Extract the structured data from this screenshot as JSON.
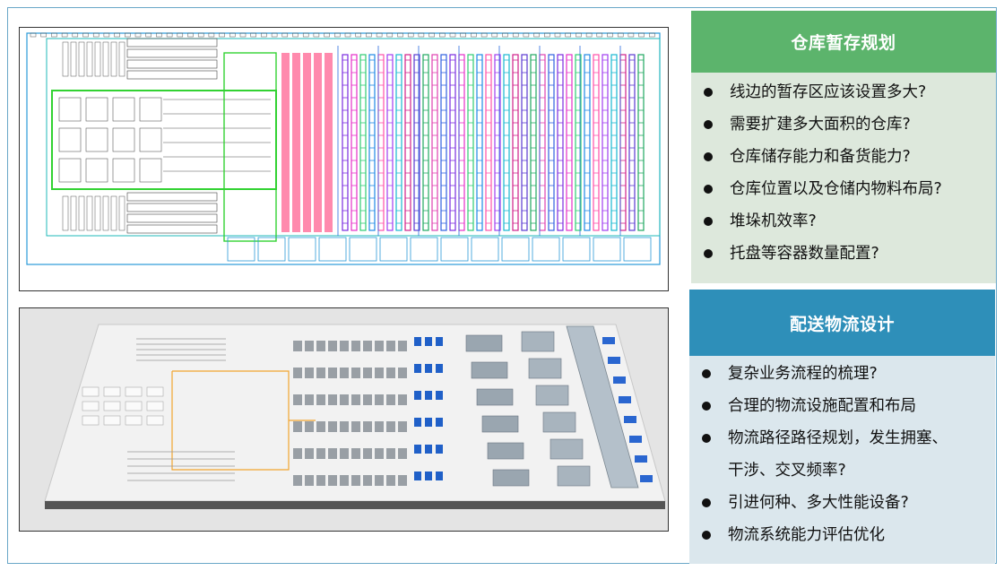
{
  "warehouse_card": {
    "title": "仓库暂存规划",
    "header_color": "#5cb46c",
    "items": [
      "线边的暂存区应该设置多大?",
      "需要扩建多大面积的仓库?",
      "仓库储存能力和备货能力?",
      "仓库位置以及仓储内物料布局?",
      "堆垛机效率?",
      "托盘等容器数量配置?"
    ]
  },
  "logistics_card": {
    "title": "配送物流设计",
    "header_color": "#2e8fb9",
    "items": [
      "复杂业务流程的梳理?",
      "合理的物流设施配置和布局",
      "物流路径路径规划，发生拥塞、",
      "干涉、交叉频率?",
      "引进何种、多大性能设备?",
      "物流系统能力评估优化"
    ]
  },
  "images": {
    "top": "cad-floor-plan",
    "bottom": "3d-warehouse-render"
  }
}
